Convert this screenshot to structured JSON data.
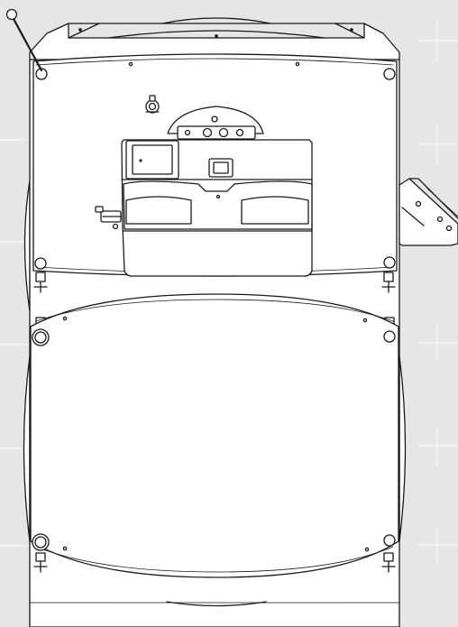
{
  "drawing": {
    "colors": {
      "background": "#e6e6e6",
      "grid": "#ffffff",
      "body_fill": "#ffffff",
      "stroke": "#1a1a1a"
    },
    "parts": [
      "boiler-cabinet",
      "top-door",
      "bottom-door",
      "burner-unit",
      "control-panel",
      "inspection-window",
      "side-bracket",
      "cleaning-lever",
      "hinge-bolt-icon"
    ]
  }
}
